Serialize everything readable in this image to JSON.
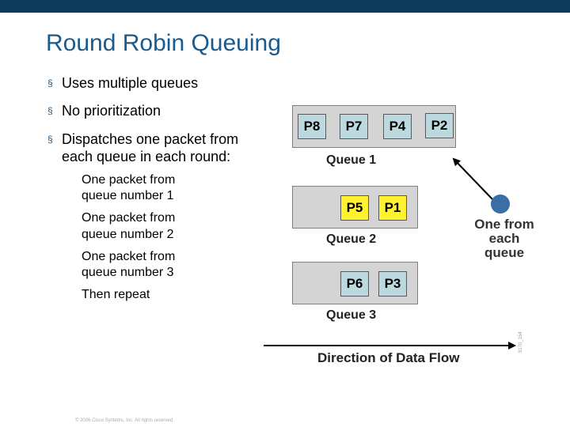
{
  "slide": {
    "title": "Round Robin Queuing",
    "bullets": [
      "Uses multiple queues",
      "No prioritization",
      "Dispatches one packet from",
      "each queue in each round:"
    ],
    "bullet_marker": "§",
    "subitems": [
      "One packet from",
      "queue number 1",
      "One packet from",
      "queue number 2",
      "One packet from",
      "queue number 3",
      "Then repeat"
    ],
    "copyright": "© 2006 Cisco Systems, Inc. All rights reserved."
  },
  "diagram": {
    "queues": [
      {
        "label": "Queue 1",
        "packets": [
          "P8",
          "P7",
          "P4",
          "P2"
        ]
      },
      {
        "label": "Queue 2",
        "packets": [
          "P5",
          "P1"
        ]
      },
      {
        "label": "Queue 3",
        "packets": [
          "P6",
          "P3"
        ]
      }
    ],
    "scheduler_lines": [
      "One from",
      "each",
      "queue"
    ],
    "flow_label": "Direction of Data Flow",
    "side_id": "9170_154",
    "colors": {
      "packet_blue": "#bcd9e0",
      "packet_yellow": "#fff230",
      "queue_fill": "#d4d4d4",
      "scheduler_dot": "#3a6ea5",
      "title": "#1a5a8c"
    }
  }
}
